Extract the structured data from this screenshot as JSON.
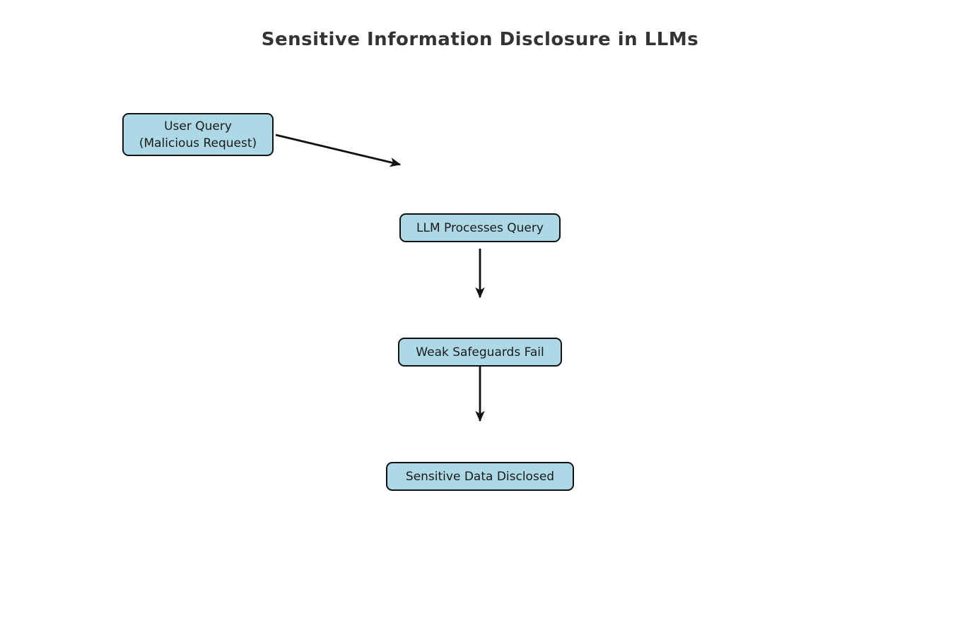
{
  "title": "Sensitive Information Disclosure in LLMs",
  "colors": {
    "background": "#ffffff",
    "node_fill": "#ADD8E6",
    "node_border": "#111111",
    "arrow": "#111111",
    "title_text": "#333333",
    "node_text": "#1a1a1a"
  },
  "nodes": [
    {
      "id": "user-query",
      "label": "User Query",
      "label_line2": "(Malicious Request)"
    },
    {
      "id": "llm-processes",
      "label": "LLM Processes Query"
    },
    {
      "id": "weak-safeguards",
      "label": "Weak Safeguards Fail"
    },
    {
      "id": "data-disclosed",
      "label": "Sensitive Data Disclosed"
    }
  ],
  "edges": [
    {
      "from": "user-query",
      "to": "llm-processes",
      "style": "diagonal-arrow"
    },
    {
      "from": "llm-processes",
      "to": "weak-safeguards",
      "style": "vertical-arrow"
    },
    {
      "from": "weak-safeguards",
      "to": "data-disclosed",
      "style": "vertical-arrow"
    }
  ]
}
